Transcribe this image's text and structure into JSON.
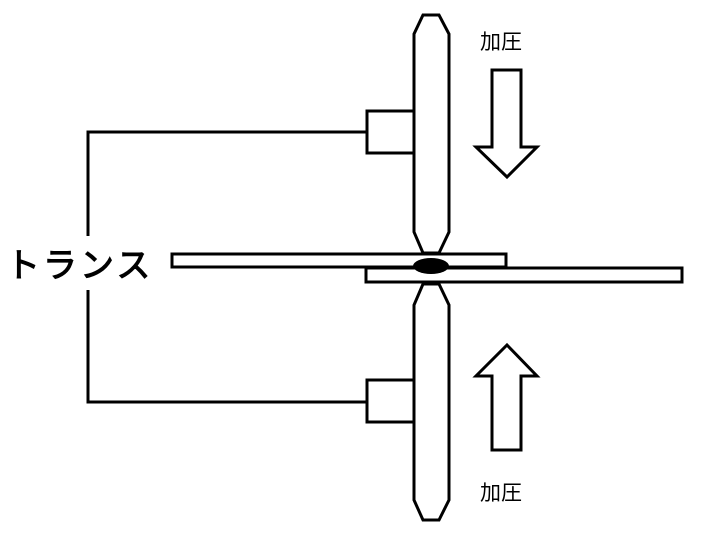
{
  "labels": {
    "transformer": "トランス",
    "pressure_top": "加圧",
    "pressure_bottom": "加圧"
  },
  "colors": {
    "line": "#000000",
    "fill": "#ffffff",
    "nugget": "#000000"
  }
}
